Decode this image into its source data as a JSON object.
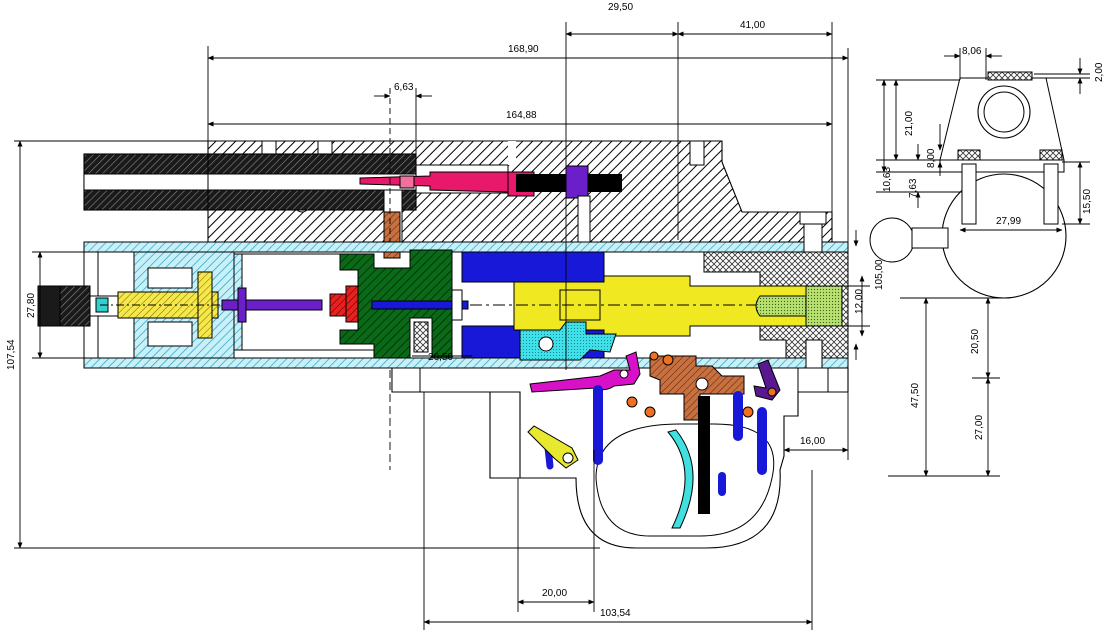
{
  "dimensions": {
    "d_29_50": "29,50",
    "d_41_00": "41,00",
    "d_168_90": "168,90",
    "d_6_63": "6,63",
    "d_164_88": "164,88",
    "d_107_54": "107,54",
    "d_27_80": "27,80",
    "d_26_50": "26,50",
    "d_105_00": "105,00",
    "d_12_00": "12,00",
    "d_16_00": "16,00",
    "d_20_00": "20,00",
    "d_103_54": "103,54",
    "d_8_06": "8,06",
    "d_2_00": "2,00",
    "d_21_00": "21,00",
    "d_8_00": "8,00",
    "d_10_63": "10,63",
    "d_7_63": "7,63",
    "d_15_50": "15,50",
    "d_27_99": "27,99",
    "d_20_50": "20,50",
    "d_47_50": "47,50",
    "d_27_00": "27,00"
  },
  "colors": {
    "housing_hatch": "#000000",
    "tube_hatch": "#7fd6ec",
    "piston_cyan": "#3cc8c8",
    "spring_yellow": "#f0e020",
    "rod_purple": "#6a1fc8",
    "bolt_red": "#e01818",
    "valve_green": "#0a7a1a",
    "transfer_brown": "#c06a30",
    "probe_pink": "#e8186a",
    "block_blue": "#1818d8",
    "magenta_lever": "#d810c8",
    "sear_orange": "#c86a3a",
    "pin_orange": "#f07020",
    "trigger_cyan": "#40e0e0",
    "cocking_yellow": "#e8e830",
    "plug_olive": "#a8d060"
  }
}
